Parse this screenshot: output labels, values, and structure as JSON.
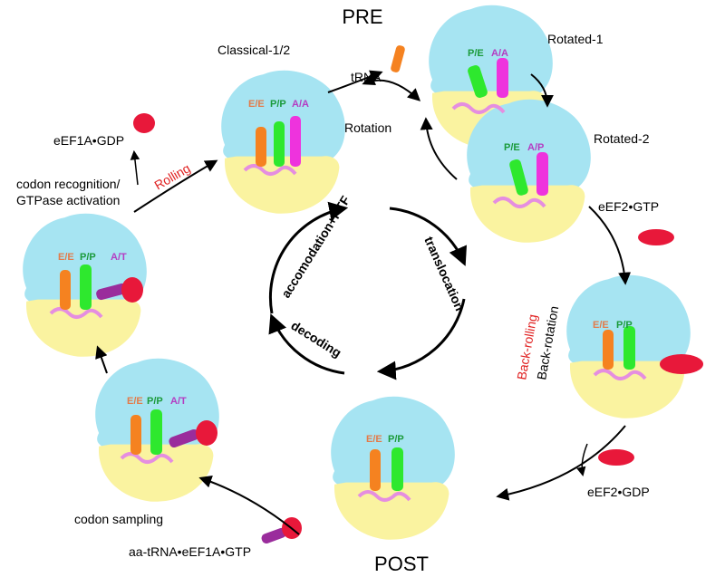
{
  "stage_titles": {
    "pre": "PRE",
    "post": "POST"
  },
  "states": {
    "classical": "Classical-1/2",
    "rotated1": "Rotated-1",
    "rotated2": "Rotated-2"
  },
  "factors": {
    "trna": "tRNA",
    "eef1a_gdp": "eEF1A•GDP",
    "eef2_gtp": "eEF2•GTP",
    "eef2_gdp": "eEF2•GDP",
    "aa_trna": "aa-tRNA•eEF1A•GTP"
  },
  "processes": {
    "rotation": "Rotation",
    "codon_recognition_1": "codon recognition/",
    "codon_recognition_2": "GTPase activation",
    "rolling": "Rolling",
    "back_rolling": "Back-rolling",
    "back_rotation": "Back-rotation",
    "codon_sampling": "codon sampling"
  },
  "cycle": {
    "accomodation": "accomodation+PTF",
    "translocation": "translocation",
    "decoding": "decoding"
  },
  "trna_labels": {
    "classical": [
      "E/E",
      "P/P",
      "A/A"
    ],
    "rotated1": [
      "P/E",
      "A/A"
    ],
    "rotated2": [
      "P/E",
      "A/P"
    ],
    "backrot": [
      "E/E",
      "P/P"
    ],
    "post": [
      "E/E",
      "P/P"
    ],
    "sampling": [
      "E/E",
      "P/P",
      "A/T"
    ],
    "recognition": [
      "E/E",
      "P/P",
      "A/T"
    ]
  },
  "colors": {
    "large_subunit": "#a6e4f2",
    "small_subunit": "#faf3a0",
    "trna_E": "#f58220",
    "trna_P": "#2ee82e",
    "trna_A": "#ee33dd",
    "trna_AT": "#9a2c9c",
    "factor": "#e8183a",
    "mrna": "#e58ee0",
    "label_E": "#e37b4a",
    "label_P": "#1a9a3a",
    "label_A": "#b43dc2",
    "highlight": "#e02020"
  }
}
